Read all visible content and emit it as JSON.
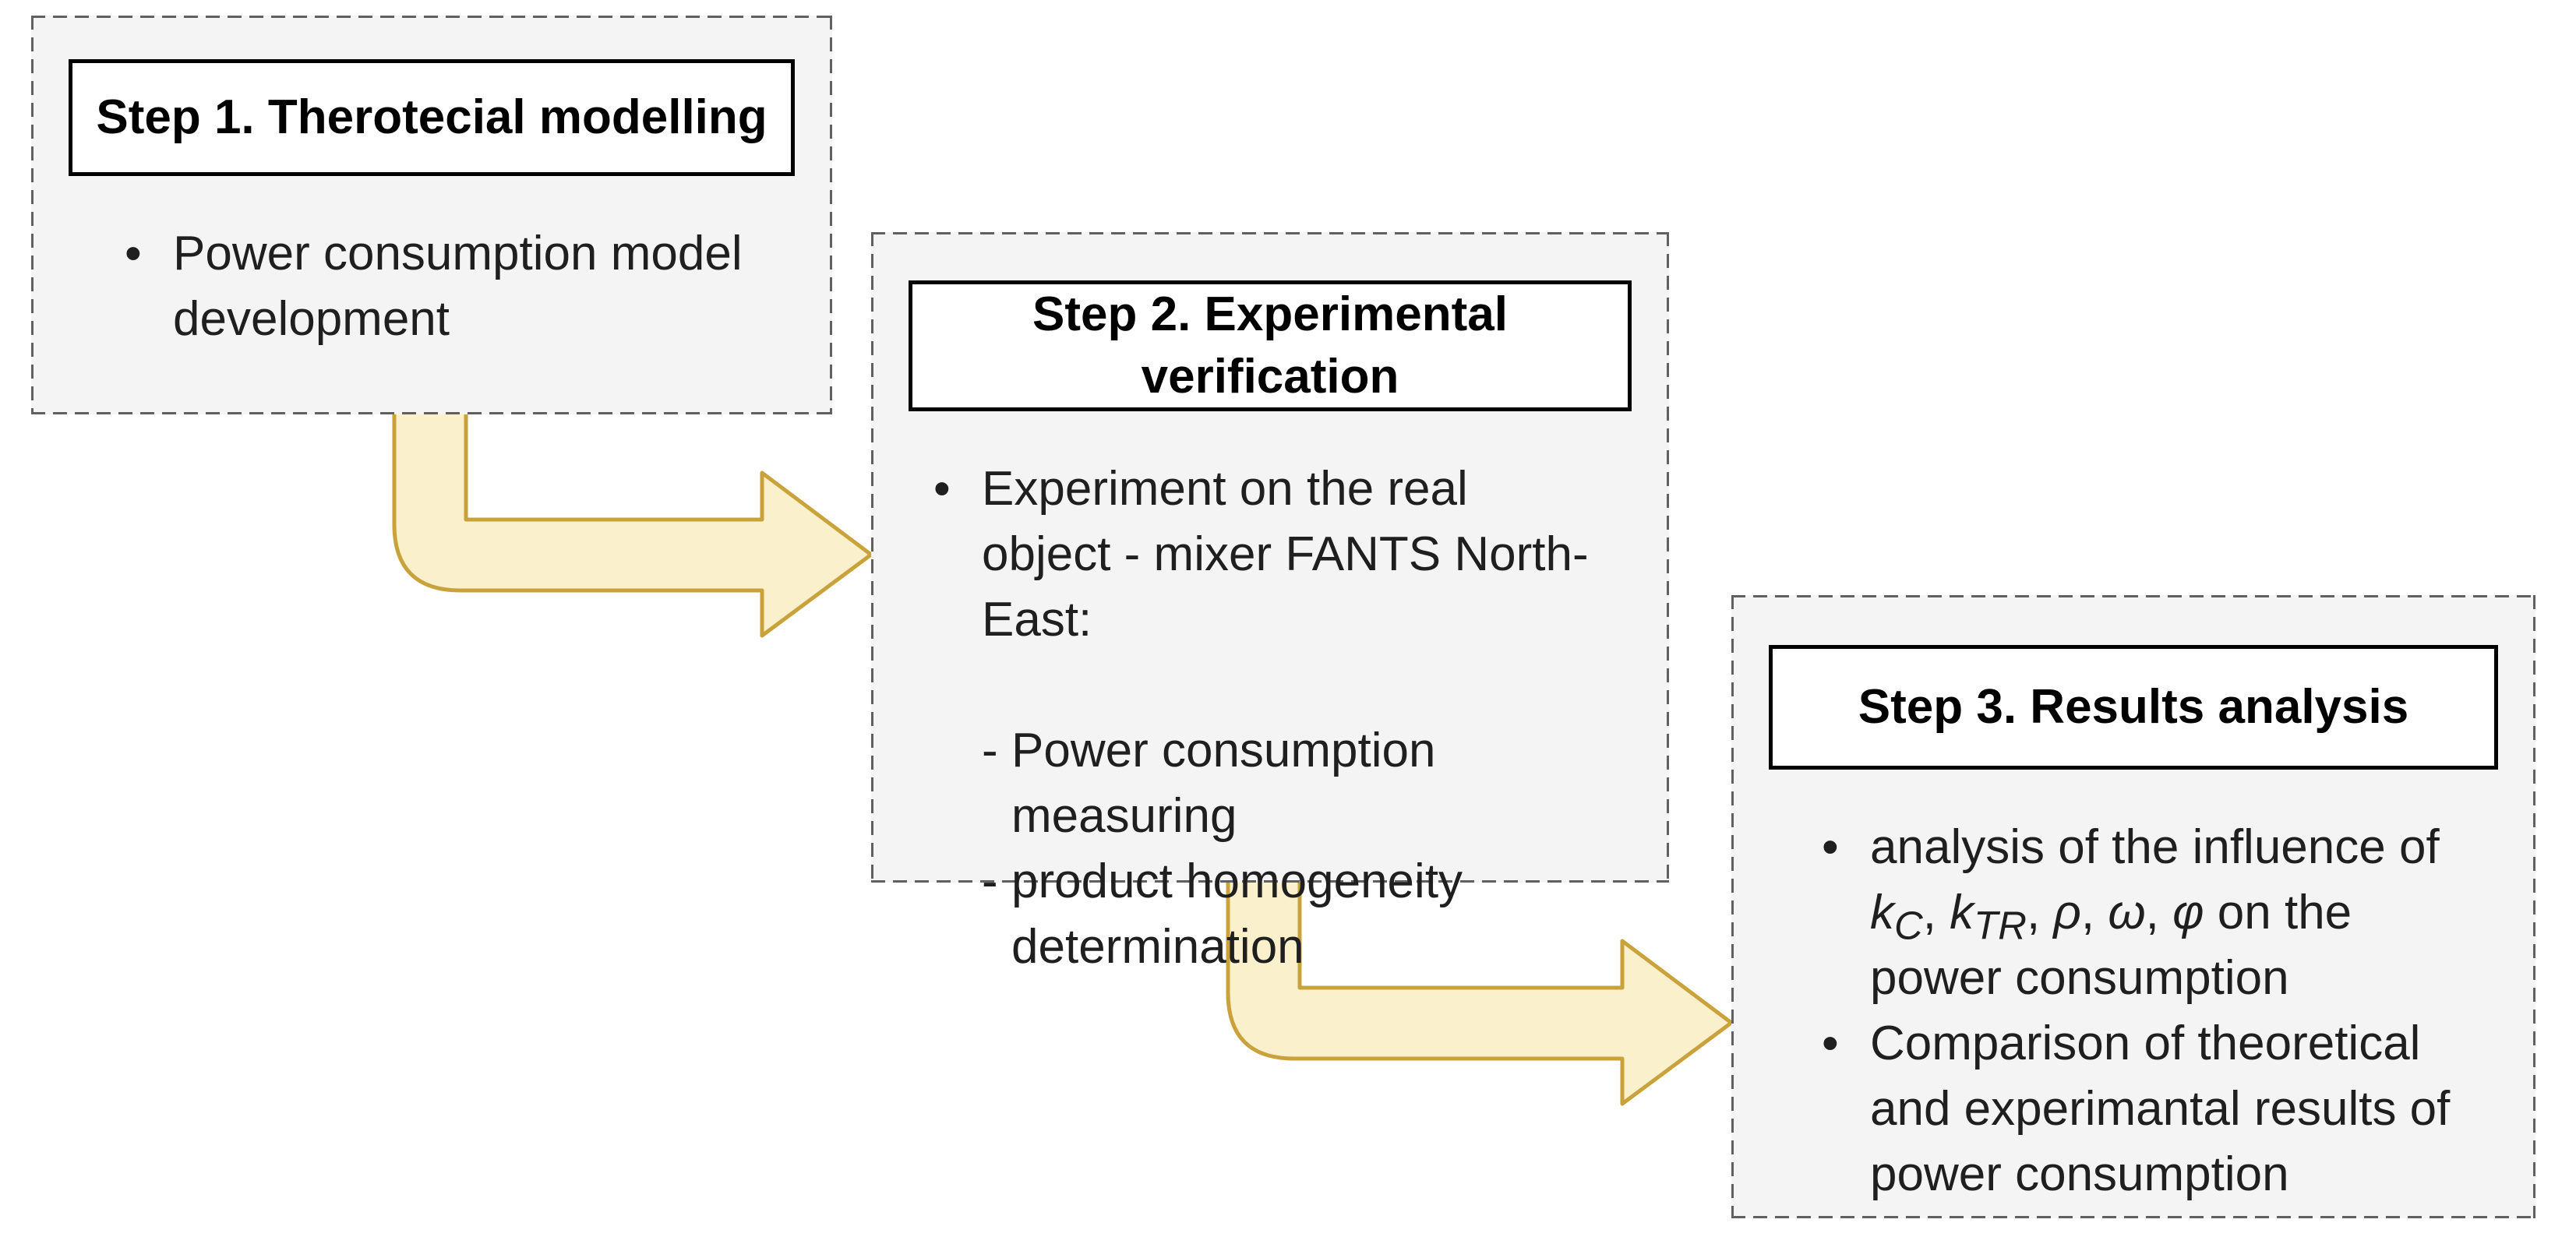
{
  "colors": {
    "box_fill": "#f4f4f4",
    "box_border": "#606060",
    "title_fill": "#ffffff",
    "title_border": "#000000",
    "title_text": "#000000",
    "body_text": "#1f1f1f",
    "arrow_fill": "#fbf0cc",
    "arrow_stroke": "#c9a23c"
  },
  "markers": {
    "bullet": "•",
    "dash": "-"
  },
  "steps": [
    {
      "title_lines": [
        "Step 1. Therotecial modelling"
      ],
      "bullets": [
        {
          "lines": [
            "Power consumption model",
            "development"
          ]
        }
      ]
    },
    {
      "title_lines": [
        "Step 2. Experimental",
        "verification"
      ],
      "bullets": [
        {
          "lines": [
            "Experiment on the real",
            "object - mixer FANTS North-",
            "East:"
          ],
          "sub_items": [
            {
              "lines": [
                "Power consumption",
                "measuring"
              ]
            },
            {
              "lines": [
                "product homogeneity",
                "determination"
              ]
            }
          ]
        }
      ]
    },
    {
      "title_lines": [
        "Step 3. Results analysis"
      ],
      "bullets": [
        {
          "lines": [
            "analysis of the influence of",
            "power consumption"
          ],
          "math_runs": [
            {
              "t": "k",
              "i": true
            },
            {
              "t": "C",
              "i": true,
              "sub": true
            },
            {
              "t": ", "
            },
            {
              "t": "k",
              "i": true
            },
            {
              "t": "TR",
              "i": true,
              "sub": true
            },
            {
              "t": ", "
            },
            {
              "t": "ρ",
              "i": true
            },
            {
              "t": ", "
            },
            {
              "t": "ω",
              "i": true
            },
            {
              "t": ", "
            },
            {
              "t": "φ",
              "i": true
            },
            {
              "t": " on the"
            }
          ]
        },
        {
          "lines": [
            "Comparison of theoretical",
            "and experimantal results of",
            "power consumption"
          ]
        }
      ]
    }
  ]
}
